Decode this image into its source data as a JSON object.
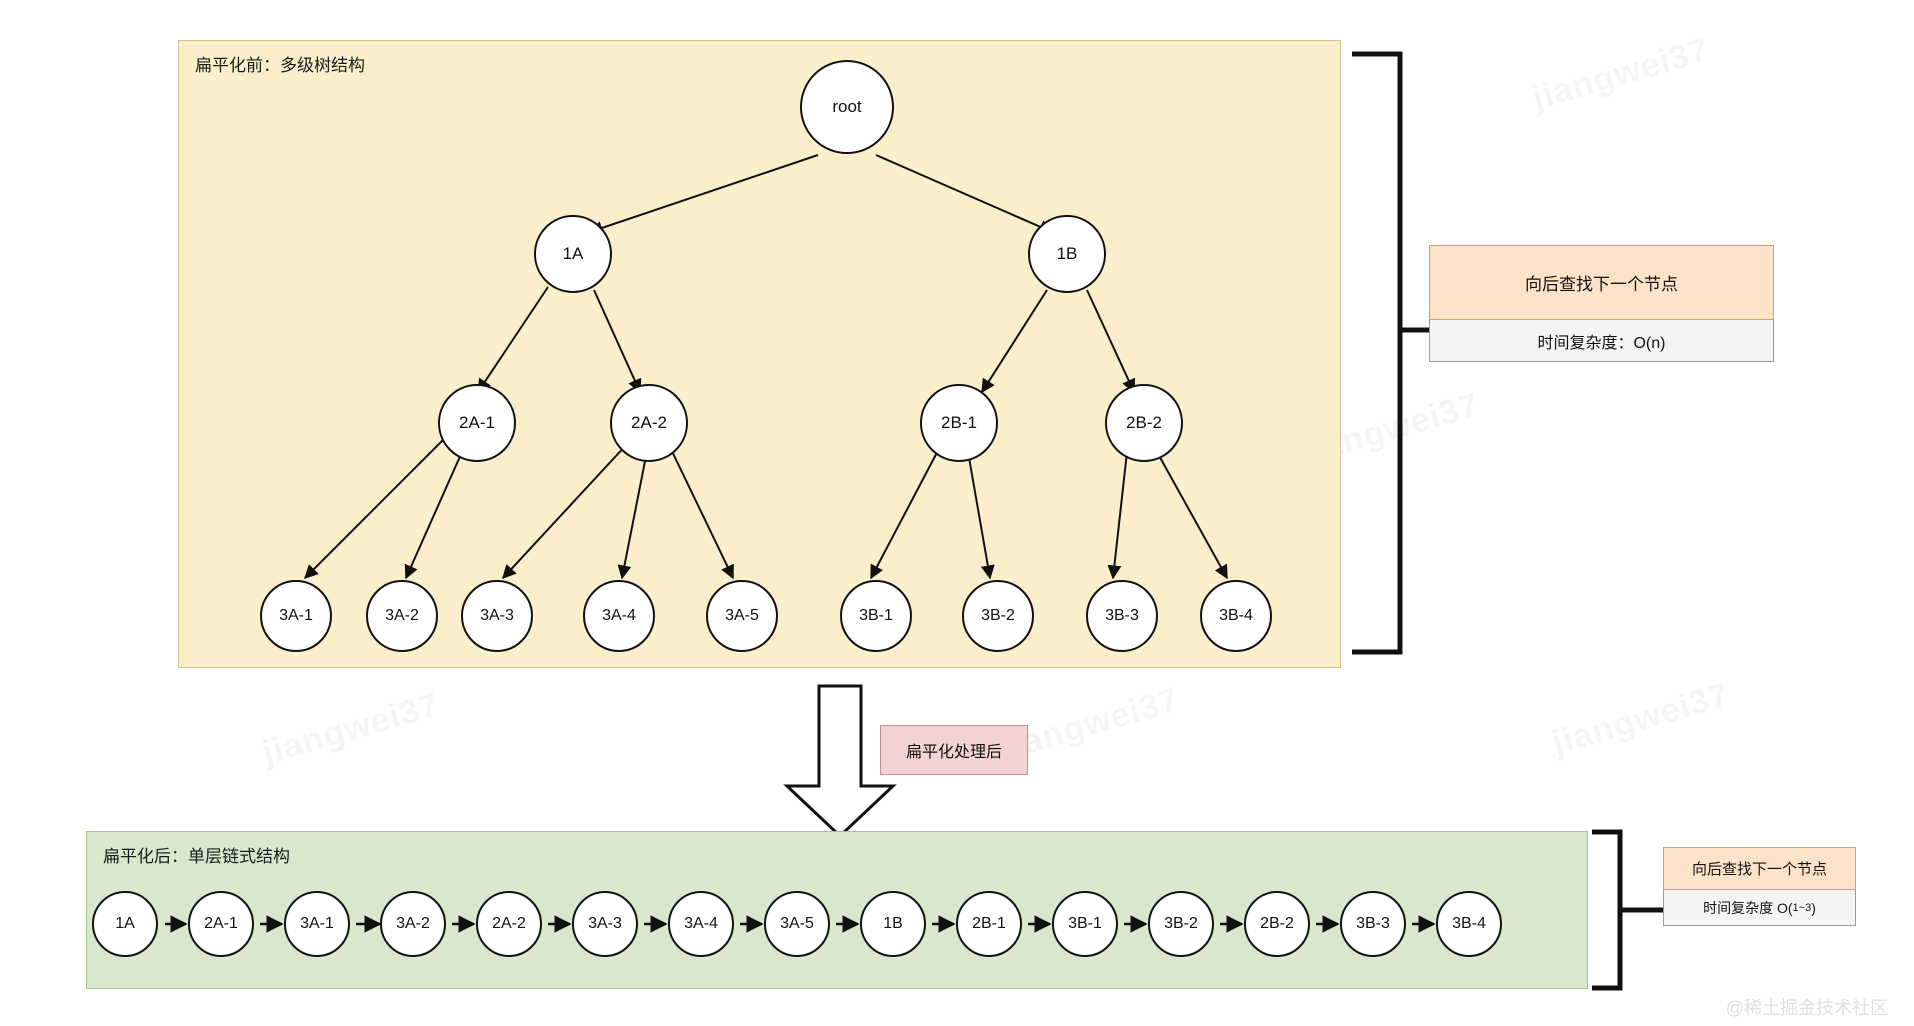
{
  "diagram": {
    "attribution": "@稀土掘金技术社区",
    "watermark_text": "jiangwei37",
    "colors": {
      "panel_top_bg": "#faeecb",
      "panel_top_border": "#d6c58a",
      "panel_bottom_bg": "#d9e7cd",
      "panel_bottom_border": "#a9bf92",
      "annot_header_bg": "#fbe2c8",
      "annot_header_border": "#d6a54a",
      "annot_body_bg": "#f4f4f4",
      "annot_body_border": "#9a9a9a",
      "pill_bg": "#f2d2d2",
      "pill_border": "#c38f8f",
      "node_stroke": "#111111",
      "node_fill": "#ffffff"
    }
  },
  "top_panel": {
    "title": "扁平化前：多级树结构",
    "nodes": {
      "root": "root",
      "l1": [
        "1A",
        "1B"
      ],
      "l2": [
        "2A-1",
        "2A-2",
        "2B-1",
        "2B-2"
      ],
      "l3": [
        "3A-1",
        "3A-2",
        "3A-3",
        "3A-4",
        "3A-5",
        "3B-1",
        "3B-2",
        "3B-3",
        "3B-4"
      ]
    },
    "edges": [
      [
        "root",
        "1A"
      ],
      [
        "root",
        "1B"
      ],
      [
        "1A",
        "2A-1"
      ],
      [
        "1A",
        "2A-2"
      ],
      [
        "1B",
        "2B-1"
      ],
      [
        "1B",
        "2B-2"
      ],
      [
        "2A-1",
        "3A-1"
      ],
      [
        "2A-1",
        "3A-2"
      ],
      [
        "2A-2",
        "3A-3"
      ],
      [
        "2A-2",
        "3A-4"
      ],
      [
        "2A-2",
        "3A-5"
      ],
      [
        "2B-1",
        "3B-1"
      ],
      [
        "2B-1",
        "3B-2"
      ],
      [
        "2B-2",
        "3B-3"
      ],
      [
        "2B-2",
        "3B-4"
      ]
    ]
  },
  "transition": {
    "label": "扁平化处理后"
  },
  "bottom_panel": {
    "title": "扁平化后：单层链式结构",
    "chain": [
      "1A",
      "2A-1",
      "3A-1",
      "3A-2",
      "2A-2",
      "3A-3",
      "3A-4",
      "3A-5",
      "1B",
      "2B-1",
      "3B-1",
      "3B-2",
      "2B-2",
      "3B-3",
      "3B-4"
    ]
  },
  "annotations": {
    "top": {
      "header": "向后查找下一个节点",
      "body_prefix": "时间复杂度：O(n)"
    },
    "bottom": {
      "header": "向后查找下一个节点",
      "body_prefix": "时间复杂度 O(",
      "body_sub": "1~3",
      "body_suffix": ")"
    }
  }
}
